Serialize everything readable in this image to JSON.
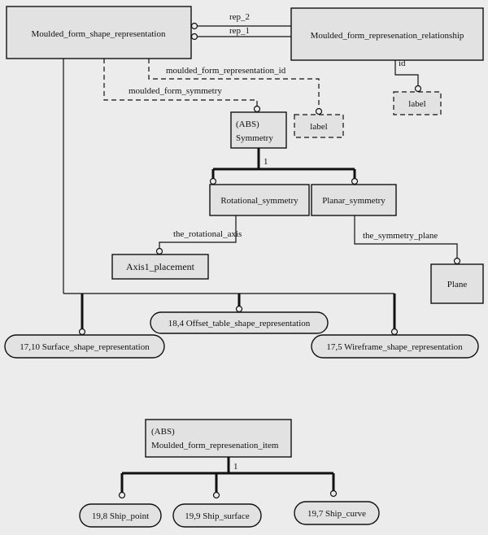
{
  "entities": {
    "moulded_form_shape_representation": "Moulded_form_shape_representation",
    "moulded_form_representation_relationship": "Moulded_form_represenation_relationship",
    "label_1": "label",
    "label_2": "label",
    "symmetry_abs": "(ABS)",
    "symmetry_name": "Symmetry",
    "rotational_symmetry": "Rotational_symmetry",
    "planar_symmetry": "Planar_symmetry",
    "axis1_placement": "Axis1_placement",
    "plane": "Plane",
    "offset_table_ref": "18,4 Offset_table_shape_representation",
    "surface_ref": "17,10 Surface_shape_representation",
    "wireframe_ref": "17,5 Wireframe_shape_representation",
    "item_abs": "(ABS)",
    "item_name": "Moulded_form_represenation_item",
    "ship_point_ref": "19,8 Ship_point",
    "ship_surface_ref": "19,9 Ship_surface",
    "ship_curve_ref": "19,7 Ship_curve"
  },
  "relations": {
    "rep_2": "rep_2",
    "rep_1": "rep_1",
    "id": "id",
    "moulded_form_representation_id": "moulded_form_representation_id",
    "moulded_form_symmetry": "moulded_form_symmetry",
    "symmetry_one": "1",
    "the_rotational_axis": "the_rotational_axis",
    "the_symmetry_plane": "the_symmetry_plane",
    "item_one": "1"
  }
}
